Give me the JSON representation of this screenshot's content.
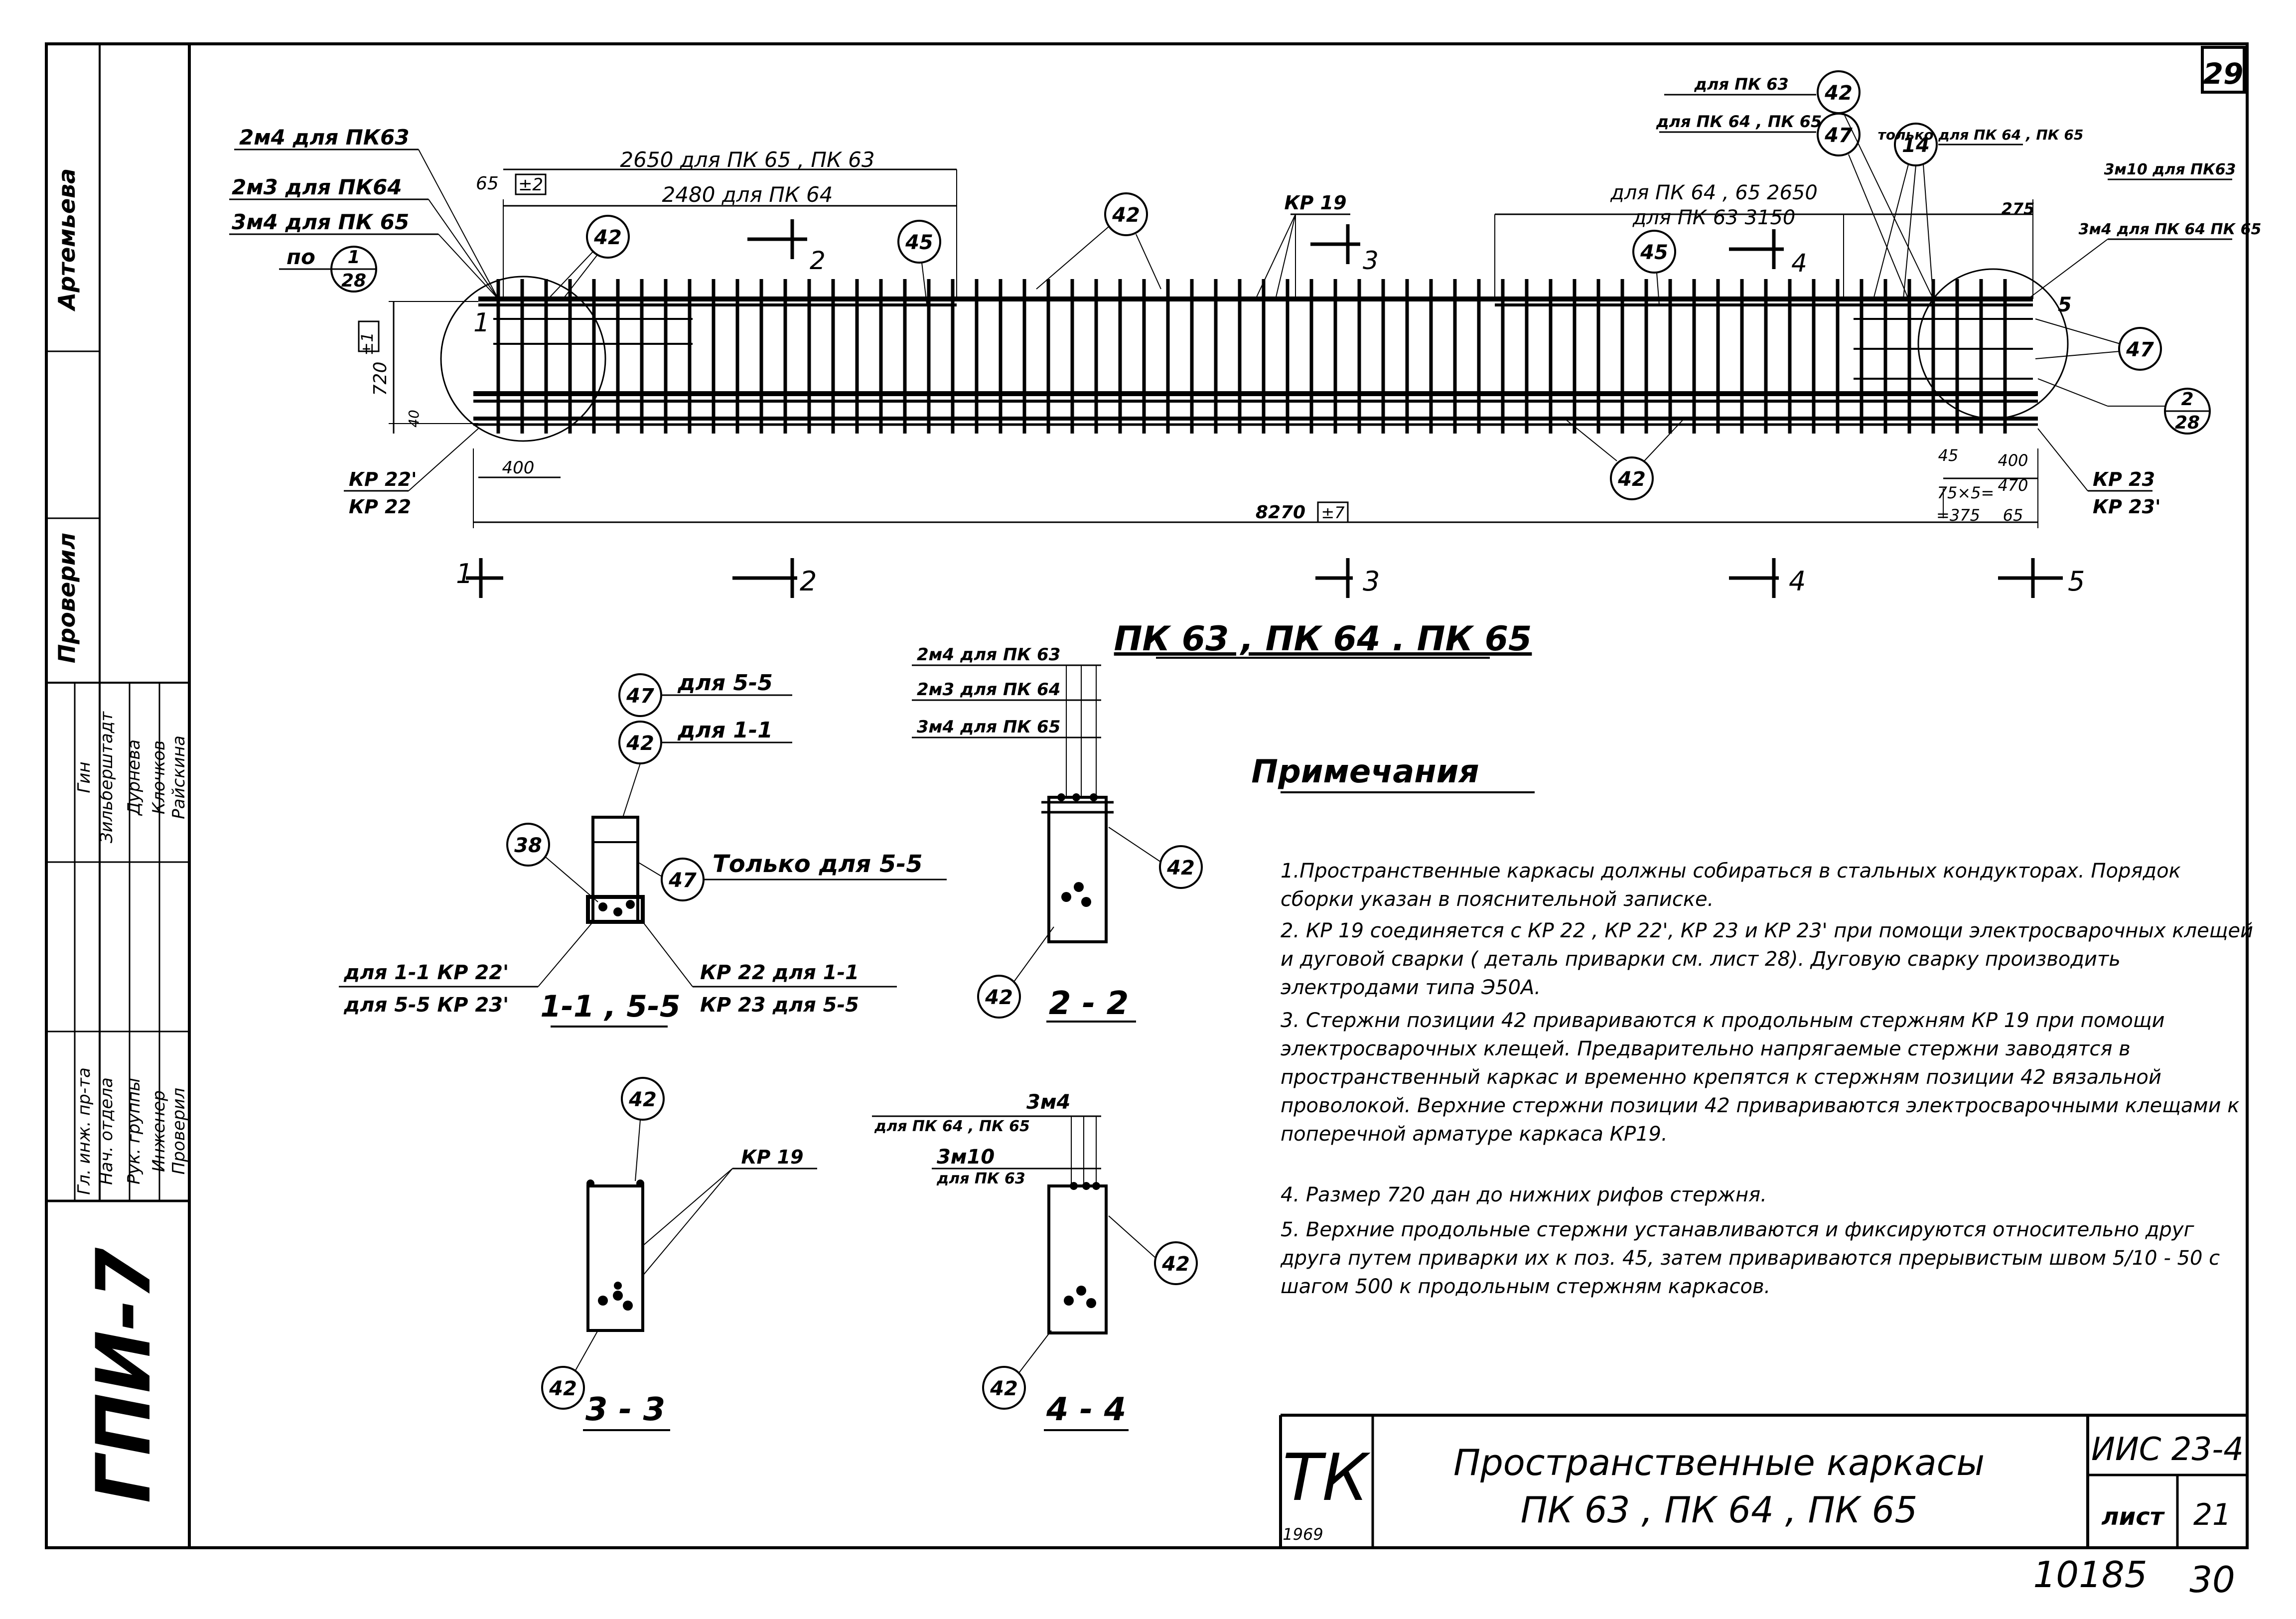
{
  "sheet_number": "29",
  "sheet_code": "ГПИ-7",
  "drawing_title": "ПК 63 , ПК 64 . ПК 65",
  "notes_title": "Примечания",
  "notes": [
    "1.Пространственные каркасы должны собираться в стальных кондукторах. Порядок сборки указан в пояснительной записке.",
    "2. КР 19 соединяется с КР 22 , КР 22', КР 23 и КР 23' при помощи электросварочных клещей и дуговой сварки ( деталь приварки см. лист 28). Дуговую сварку производить электродами типа Э50А.",
    "3. Стержни позиции 42 привариваются к продольным стержням КР 19 при помощи электросварочных клещей. Предварительно напрягаемые стержни заводятся в пространственный каркас и временно крепятся к стержням позиции 42 вязальной проволокой. Верхние стержни позиции 42 привариваются электросварочными клещами к поперечной арматуре каркаса КР19.",
    "4. Размер 720 дан до нижних рифов стержня.",
    "5. Верхние продольные стержни устанавливаются и фиксируются относительно друг друга путем приварки их к поз. 45, затем привариваются прерывистым швом 5/10 - 50 с шагом 500 к продольным стержням каркасов."
  ],
  "title_block": {
    "logo": "ТК",
    "year": "1969",
    "title_line1": "Пространственные каркасы",
    "title_line2": "ПК 63 , ПК 64 , ПК 65",
    "series": "ИИС 23-4",
    "sheet_label": "лист",
    "sheet_value": "21",
    "inventory": "10185",
    "page": "30"
  },
  "stamp": {
    "roles": [
      "Гл. инж. пр-та",
      "Нач. отдела",
      "Рук. группы",
      "Инженер",
      "Проверил"
    ],
    "names": [
      "Гин",
      "Зильберштадт",
      "Дурнева",
      "Клочков",
      "Райскина"
    ],
    "side_labels": [
      "Артемьева",
      "Проверил"
    ]
  },
  "elevation": {
    "left_callouts": [
      "2м4 для ПК63",
      "2м3 для ПК64",
      "3м4 для ПК 65",
      "по"
    ],
    "top_dims": [
      "2650 для ПК 65 , ПК 63",
      "2480 для ПК 64"
    ],
    "right_top_dims": [
      "для ПК 64 , 65 2650",
      "для ПК 63 3150"
    ],
    "right_callouts": [
      "для ПК 63",
      "для ПК 64 , ПК 65",
      "только для ПК 64 , ПК 65",
      "3м10 для ПК63",
      "3м4 для ПК 64 ПК 65"
    ],
    "bubbles": [
      "42",
      "45",
      "42",
      "45",
      "42",
      "47",
      "14",
      "47",
      "42"
    ],
    "ref_1_28": [
      "1",
      "28"
    ],
    "ref_2_28": [
      "2",
      "28"
    ],
    "labels": {
      "kr19": "КР 19",
      "e65": "65",
      "e2": "±2",
      "e1": "±1",
      "h720": "720",
      "h40": "40",
      "d400": "400",
      "total": "8270",
      "tol7": "±7",
      "d275": "275",
      "d45": "45",
      "d75": "75×5=",
      "d375": "=375",
      "d65": "65",
      "d400b": "400",
      "d470": "470",
      "n5": "5"
    },
    "bottom_left": [
      "КР 22'",
      "КР 22"
    ],
    "bottom_right": [
      "КР 23",
      "КР 23'"
    ],
    "sections": [
      "1",
      "2",
      "3",
      "4",
      "5"
    ]
  },
  "sections": {
    "s15": {
      "title": "1-1 , 5-5",
      "b47": "47",
      "b42": "42",
      "b38": "38",
      "b47b": "47",
      "l1": "для 5-5",
      "l2": "для 1-1",
      "l3": "Только для 5-5",
      "bl1": "для 1-1  КР 22'",
      "bl2": "для 5-5  КР 23'",
      "br1": "КР 22  для 1-1",
      "br2": "КР 23  для 5-5"
    },
    "s22": {
      "title": "2 - 2",
      "c1": "2м4 для ПК 63",
      "c2": "2м3 для ПК 64",
      "c3": "3м4 для ПК 65",
      "b1": "42",
      "b2": "42"
    },
    "s33": {
      "title": "3 - 3",
      "b1": "42",
      "b2": "42",
      "kr": "КР 19"
    },
    "s44": {
      "title": "4 - 4",
      "c1": "3м4",
      "c2": "для ПК 64 , ПК 65",
      "c3": "3м10",
      "c4": "для ПК 63",
      "b1": "42",
      "b2": "42"
    }
  }
}
